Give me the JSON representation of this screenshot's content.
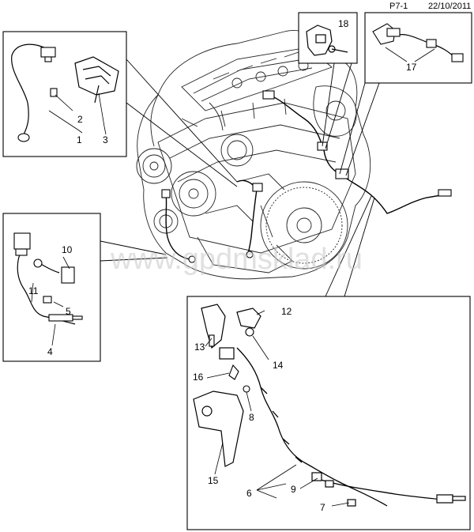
{
  "header": {
    "page_code": "P7-1",
    "date": "22/10/2011"
  },
  "watermark": "www.gpdmsklad.ru",
  "callouts": {
    "c1": "1",
    "c2": "2",
    "c3": "3",
    "c4": "4",
    "c5": "5",
    "c6": "6",
    "c7": "7",
    "c8": "8",
    "c9": "9",
    "c10": "10",
    "c11": "11",
    "c12": "12",
    "c13": "13",
    "c14": "14",
    "c15": "15",
    "c16": "16",
    "c17": "17",
    "c18": "18"
  }
}
